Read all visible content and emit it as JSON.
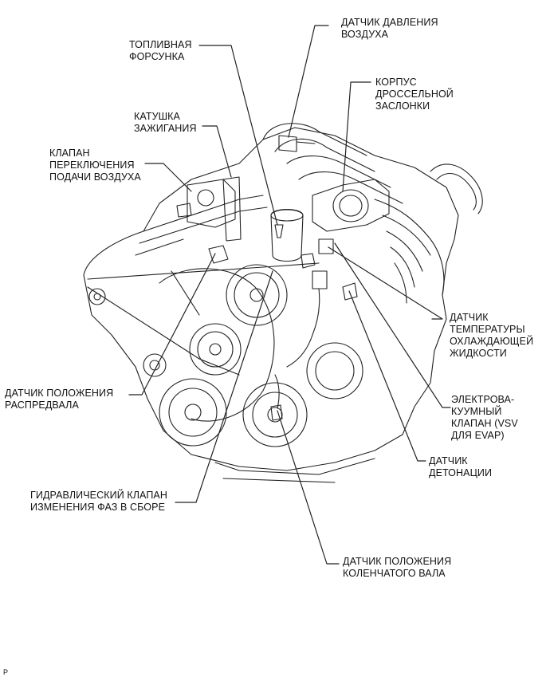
{
  "labels": {
    "air_pressure_sensor": "ДАТЧИК ДАВЛЕНИЯ\nВОЗДУХА",
    "fuel_injector": "ТОПЛИВНАЯ\nФОРСУНКА",
    "throttle_body": "КОРПУС\nДРОССЕЛЬНОЙ\nЗАСЛОНКИ",
    "ignition_coil": "КАТУШКА\nЗАЖИГАНИЯ",
    "air_switch_valve": "КЛАПАН\nПЕРЕКЛЮЧЕНИЯ\nПОДАЧИ ВОЗДУХА",
    "coolant_temp_sensor": "ДАТЧИК\nТЕМПЕРАТУРЫ\nОХЛАЖДАЮЩЕЙ\nЖИДКОСТИ",
    "camshaft_position_sensor": "ДАТЧИК ПОЛОЖЕНИЯ\nРАСПРЕДВАЛА",
    "vsv_evap": "ЭЛЕКТРОВА-\nКУУМНЫЙ\nКЛАПАН (VSV\nДЛЯ EVAP)",
    "knock_sensor": "ДАТЧИК\nДЕТОНАЦИИ",
    "ocv_assembly": "ГИДРАВЛИЧЕСКИЙ КЛАПАН\nИЗМЕНЕНИЯ ФАЗ В СБОРЕ",
    "crankshaft_position_sensor": "ДАТЧИК ПОЛОЖЕНИЯ\nКОЛЕНЧАТОГО ВАЛА"
  },
  "figure_id": "P"
}
